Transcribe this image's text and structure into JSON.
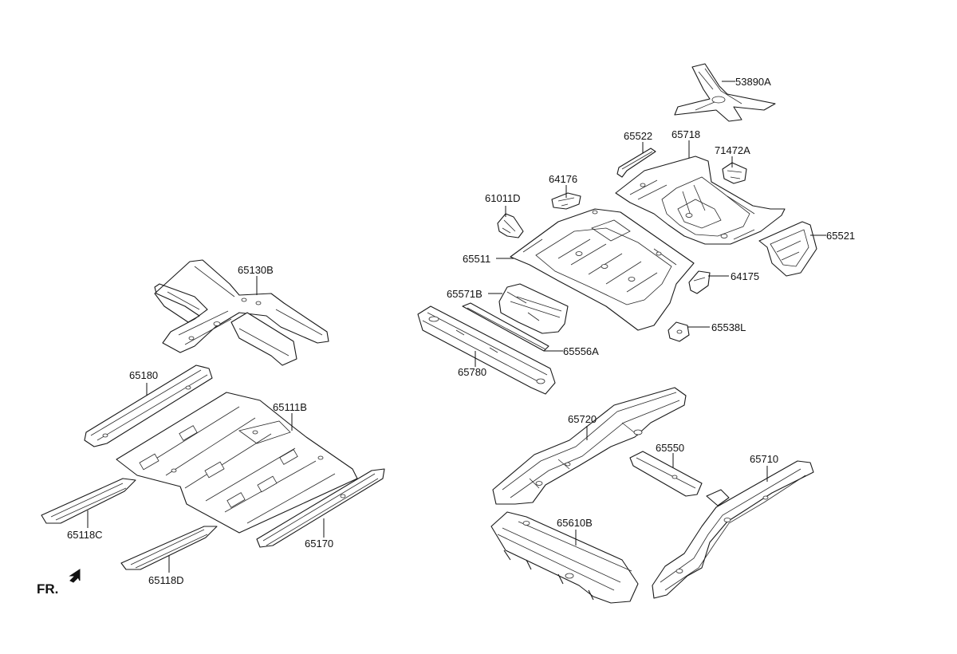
{
  "orientation": {
    "label": "FR.",
    "icon": "front-arrow-icon"
  },
  "parts": {
    "p53890A": "53890A",
    "p65522": "65522",
    "p65718": "65718",
    "p71472A": "71472A",
    "p64176": "64176",
    "p61011D": "61011D",
    "p65521": "65521",
    "p65511": "65511",
    "p64175": "64175",
    "p65571B": "65571B",
    "p65538L": "65538L",
    "p65556A": "65556A",
    "p65780": "65780",
    "p65130B": "65130B",
    "p65180": "65180",
    "p65111B": "65111B",
    "p65118C": "65118C",
    "p65170": "65170",
    "p65118D": "65118D",
    "p65720": "65720",
    "p65550": "65550",
    "p65710": "65710",
    "p65610B": "65610B"
  }
}
